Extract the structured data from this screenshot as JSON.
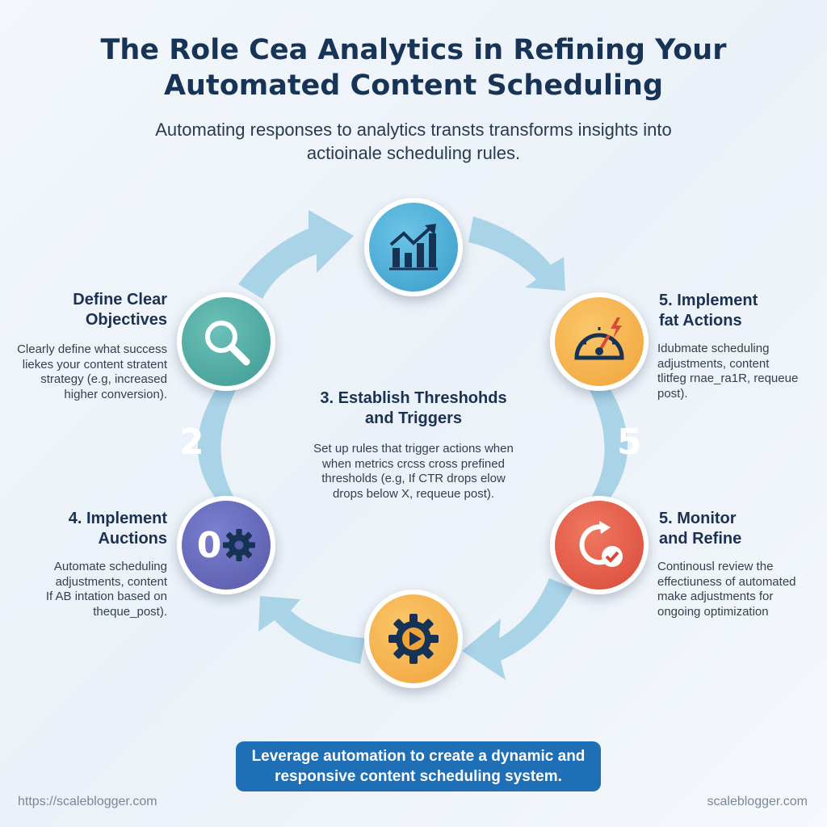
{
  "header": {
    "title_line1": "The Role Cea Analytics in Refining Your",
    "title_line2": "Automated Content Scheduling",
    "subtitle_line1": "Automating responses to analytics transts transforms insights into",
    "subtitle_line2": "actioinale scheduling rules."
  },
  "steps": {
    "define": {
      "heading_line1": "Define Clear",
      "heading_line2": "Objectives",
      "body_line1": "Clearly define what success",
      "body_line2": "liekes your content stratent",
      "body_line3": "strategy (e.g, increased",
      "body_line4": "higher conversion)."
    },
    "establish": {
      "heading_line1": "3. Establish Threshohds",
      "heading_line2": "and Triggers",
      "body_line1": "Set up rules that trigger actions when",
      "body_line2": "when metrics crcss  cross prefined",
      "body_line3": "thresholds (e.g, If CTR drops elow",
      "body_line4": "drops below X, requeue post)."
    },
    "implement_fast": {
      "heading_line1": "5. Implement",
      "heading_line2": "fat Actions",
      "body_line1": "Idubmate scheduling",
      "body_line2": "adjustments, content",
      "body_line3": "tlitfeg rnae_ra1R, requeue",
      "body_line4": "post)."
    },
    "implement_auctions": {
      "heading_line1": "4. Implement",
      "heading_line2": "Auctions",
      "body_line1": "Automate scheduling",
      "body_line2": "adjustments, content",
      "body_line3": "If AB intation based on",
      "body_line4": "theque_post)."
    },
    "monitor": {
      "heading_line1": "5. Monitor",
      "heading_line2": "and Refine",
      "body_line1": "Continousl review the",
      "body_line2": "effectiuness of automated",
      "body_line3": "make adjustments for",
      "body_line4": "ongoing optimization"
    }
  },
  "ring_numbers": {
    "left": "2",
    "right": "5",
    "bottom_left_circle": "0"
  },
  "icons": {
    "top": "bar-chart-growth-icon",
    "top_left": "magnifier-icon",
    "top_right": "speedometer-icon",
    "bottom_right": "refresh-check-icon",
    "bottom": "gear-play-icon",
    "bottom_left": "gear-icon"
  },
  "colors": {
    "title": "#173457",
    "arc": "#a9d3e6",
    "teal": "#3f9a93",
    "blue": "#3a9cc9",
    "orange": "#f0a33a",
    "red": "#d9493a",
    "purple": "#565aa8",
    "banner": "#1e6fb5"
  },
  "banner": {
    "line1": "Leverage automation to create a dynamic and",
    "line2": "responsive content scheduling system."
  },
  "footer": {
    "left": "https://scaleblogger.com",
    "right": "scaleblogger.com"
  }
}
